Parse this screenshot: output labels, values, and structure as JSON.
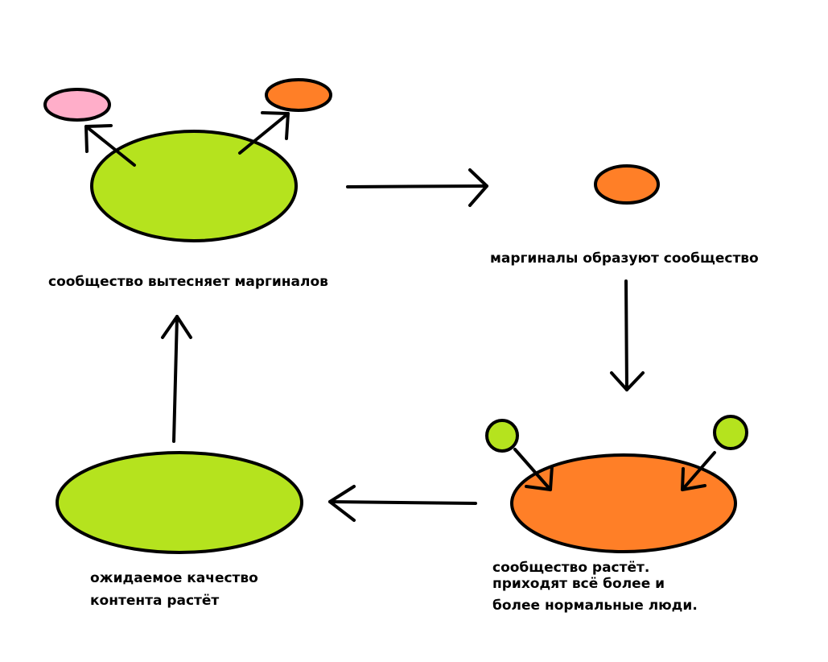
{
  "colors": {
    "green": "#b5e31e",
    "orange": "#ff7f27",
    "pink": "#ffaec9",
    "stroke": "#000000",
    "background": "#ffffff"
  },
  "labels": {
    "community_pushes_out": "сообщество вытесняет маргиналов",
    "marginals_form": "маргиналы образуют сообщество",
    "community_grows_line1": "сообщество растёт.",
    "community_grows_line2": "приходят всё более и",
    "community_grows_line3": "более нормальные люди.",
    "quality_grows_line1": "ожидаемое качество",
    "quality_grows_line2": "контента растёт"
  }
}
